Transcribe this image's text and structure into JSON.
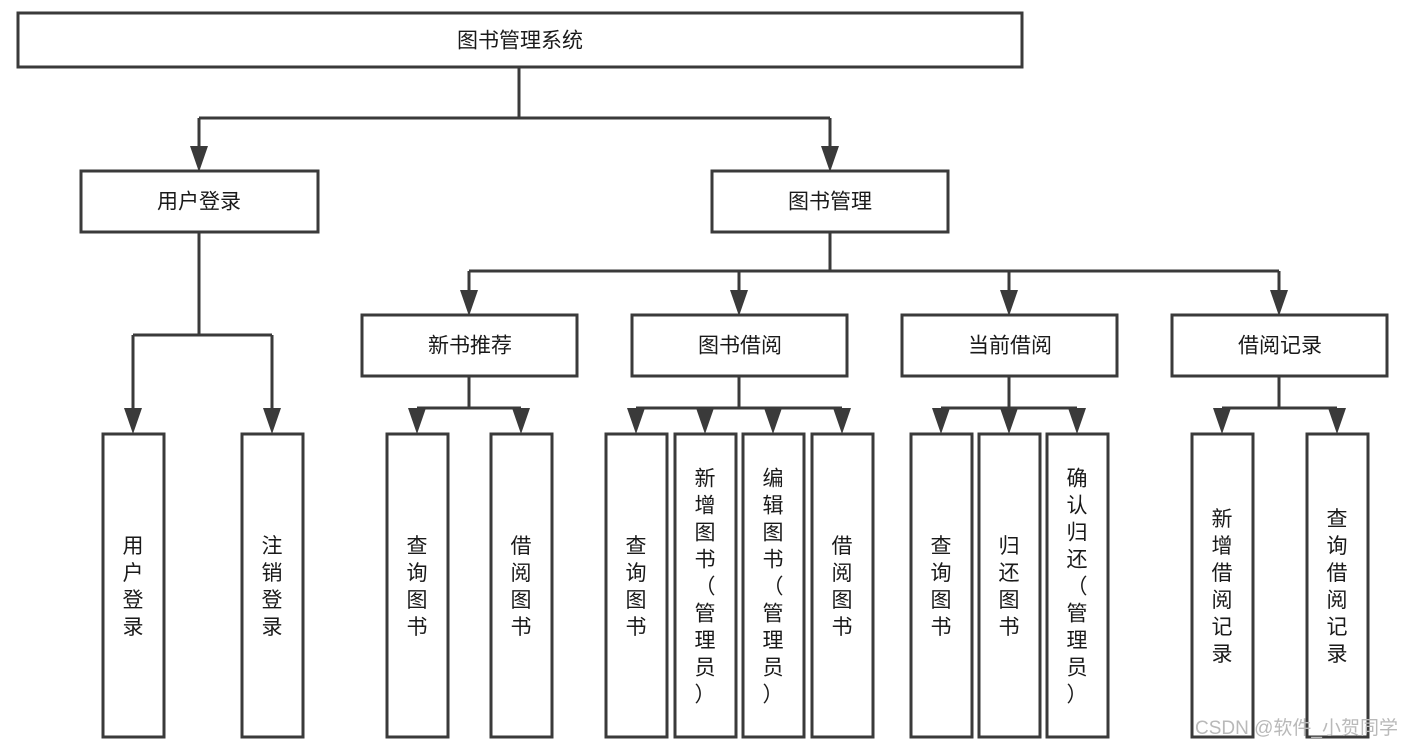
{
  "diagram": {
    "type": "tree-hierarchy-chart",
    "title": "图书管理系统",
    "orientation": "top-down",
    "colors": {
      "background": "#ffffff",
      "box_fill": "#ffffff",
      "box_stroke": "#3a3a3a",
      "connector": "#3a3a3a",
      "text": "#1a1a1a",
      "watermark": "#b9b9b9"
    },
    "root": {
      "id": "root",
      "label": "图书管理系统",
      "orientation": "horizontal"
    },
    "level2": [
      {
        "id": "user-login",
        "label": "用户登录",
        "orientation": "horizontal"
      },
      {
        "id": "book-management",
        "label": "图书管理",
        "orientation": "horizontal"
      }
    ],
    "level3": [
      {
        "id": "new-book-recommend",
        "label": "新书推荐",
        "parent": "book-management",
        "orientation": "horizontal"
      },
      {
        "id": "book-borrow",
        "label": "图书借阅",
        "parent": "book-management",
        "orientation": "horizontal"
      },
      {
        "id": "current-borrow",
        "label": "当前借阅",
        "parent": "book-management",
        "orientation": "horizontal"
      },
      {
        "id": "borrow-record",
        "label": "借阅记录",
        "parent": "book-management",
        "orientation": "horizontal"
      }
    ],
    "leaves": [
      {
        "id": "leaf-user-login",
        "label": "用户登录",
        "parent": "user-login",
        "orientation": "vertical"
      },
      {
        "id": "leaf-user-logout",
        "label": "注销登录",
        "parent": "user-login",
        "orientation": "vertical"
      },
      {
        "id": "leaf-query-book-1",
        "label": "查询图书",
        "parent": "new-book-recommend",
        "orientation": "vertical"
      },
      {
        "id": "leaf-borrow-book-1",
        "label": "借阅图书",
        "parent": "new-book-recommend",
        "orientation": "vertical"
      },
      {
        "id": "leaf-query-book-2",
        "label": "查询图书",
        "parent": "book-borrow",
        "orientation": "vertical"
      },
      {
        "id": "leaf-add-book",
        "label": "新增图书（管理员）",
        "parent": "book-borrow",
        "orientation": "vertical"
      },
      {
        "id": "leaf-edit-book",
        "label": "编辑图书（管理员）",
        "parent": "book-borrow",
        "orientation": "vertical"
      },
      {
        "id": "leaf-borrow-book-2",
        "label": "借阅图书",
        "parent": "book-borrow",
        "orientation": "vertical"
      },
      {
        "id": "leaf-query-book-3",
        "label": "查询图书",
        "parent": "current-borrow",
        "orientation": "vertical"
      },
      {
        "id": "leaf-return-book",
        "label": "归还图书",
        "parent": "current-borrow",
        "orientation": "vertical"
      },
      {
        "id": "leaf-confirm-return",
        "label": "确认归还（管理员）",
        "parent": "current-borrow",
        "orientation": "vertical"
      },
      {
        "id": "leaf-add-record",
        "label": "新增借阅记录",
        "parent": "borrow-record",
        "orientation": "vertical"
      },
      {
        "id": "leaf-query-record",
        "label": "查询借阅记录",
        "parent": "borrow-record",
        "orientation": "vertical"
      }
    ]
  },
  "watermark": {
    "text": "CSDN @软件_小贺同学"
  }
}
